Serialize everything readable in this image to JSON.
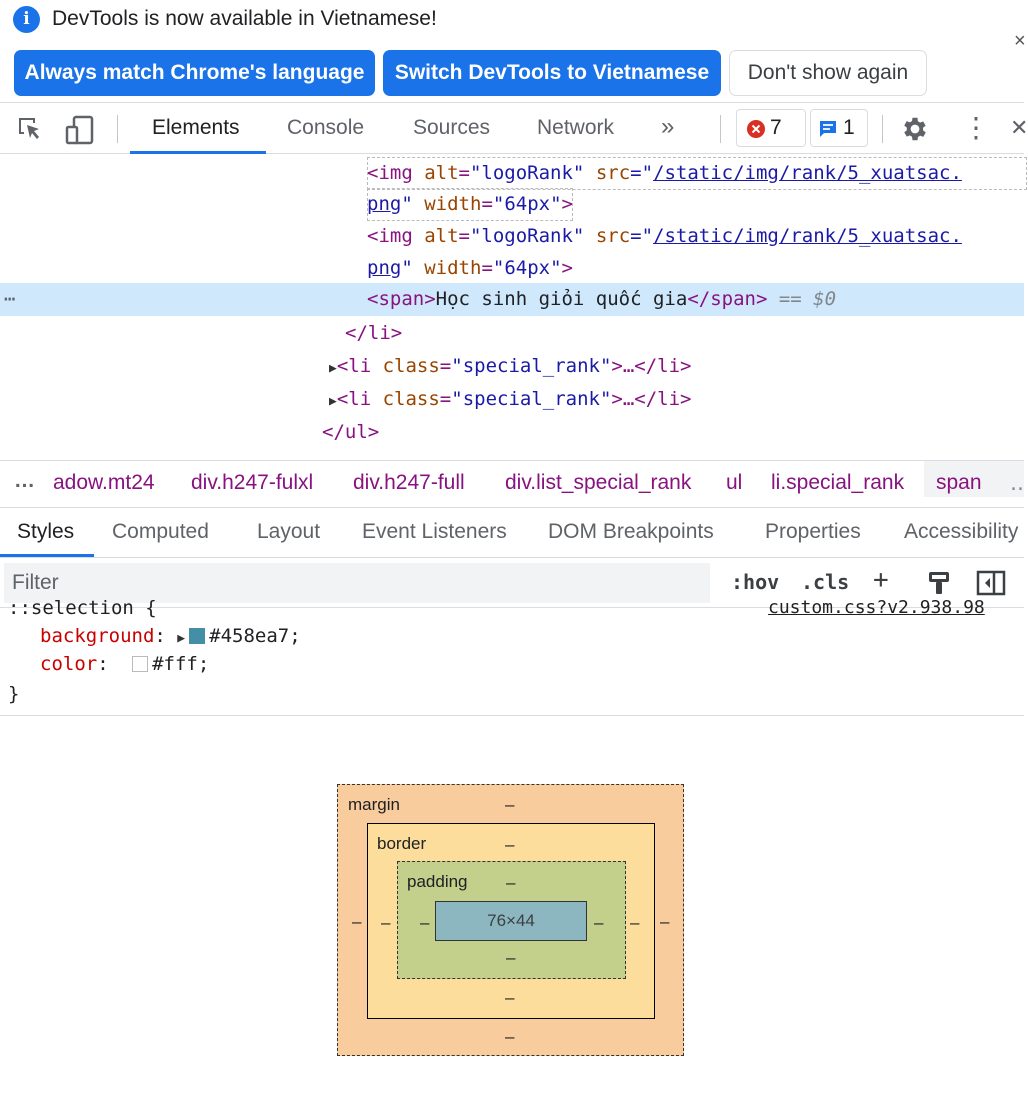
{
  "infobar": {
    "message": "DevTools is now available in Vietnamese!",
    "btn_match": "Always match Chrome's language",
    "btn_switch": "Switch DevTools to Vietnamese",
    "btn_dismiss": "Don't show again",
    "close": "×"
  },
  "toolbar": {
    "tabs": [
      "Elements",
      "Console",
      "Sources",
      "Network"
    ],
    "more": "»",
    "errors": "7",
    "messages": "1",
    "more_vert": "⋮",
    "close": "✕"
  },
  "dom": {
    "line1": {
      "open": "<img ",
      "alt_attr": "alt",
      "alt_val": "\"logoRank\"",
      "src_attr": "src",
      "src_q": "=\"",
      "src_link": "/static/img/rank/5_xuatsac.",
      "eq": "="
    },
    "line2": {
      "link": "png",
      "q": "\"",
      "w_attr": "width",
      "w_val": "\"64px\"",
      "close": ">"
    },
    "span_open": "<span>",
    "span_text": "Học sinh giỏi quốc gia",
    "span_close": "</span>",
    "dollar": "== $0",
    "ellipsis": "⋯",
    "li_close": "</li>",
    "li_open": "<li ",
    "class_attr": "class",
    "class_val": "\"special_rank\"",
    "li_collapsed": ">…</li>",
    "ul_close": "</ul>"
  },
  "breadcrumbs": {
    "ellipsis": "…",
    "items": [
      "adow.mt24",
      "div.h247-fulxl",
      "div.h247-full",
      "div.list_special_rank",
      "ul",
      "li.special_rank",
      "span"
    ],
    "trail": "‥"
  },
  "styles_tabs": [
    "Styles",
    "Computed",
    "Layout",
    "Event Listeners",
    "DOM Breakpoints",
    "Properties",
    "Accessibility"
  ],
  "filter": {
    "placeholder": "Filter",
    "hov": ":hov",
    "cls": ".cls",
    "plus": "+"
  },
  "css_rule": {
    "selector_partial": "::selection {",
    "source": "custom.css?v2.938.98",
    "props": [
      {
        "name": "background",
        "value": "#458ea7;",
        "swatch": "#458ea7"
      },
      {
        "name": "color",
        "value": "#fff;",
        "swatch": "#ffffff"
      }
    ],
    "close": "}"
  },
  "box_model": {
    "margin": "margin",
    "border": "border",
    "padding": "padding",
    "content": "76×44",
    "dash": "–"
  },
  "colors": {
    "accent": "#1a73e8",
    "error": "#d93025",
    "margin": "#f9cc9d",
    "border": "#fddd9b",
    "padding": "#c3d08b",
    "content": "#8cb6c0"
  }
}
